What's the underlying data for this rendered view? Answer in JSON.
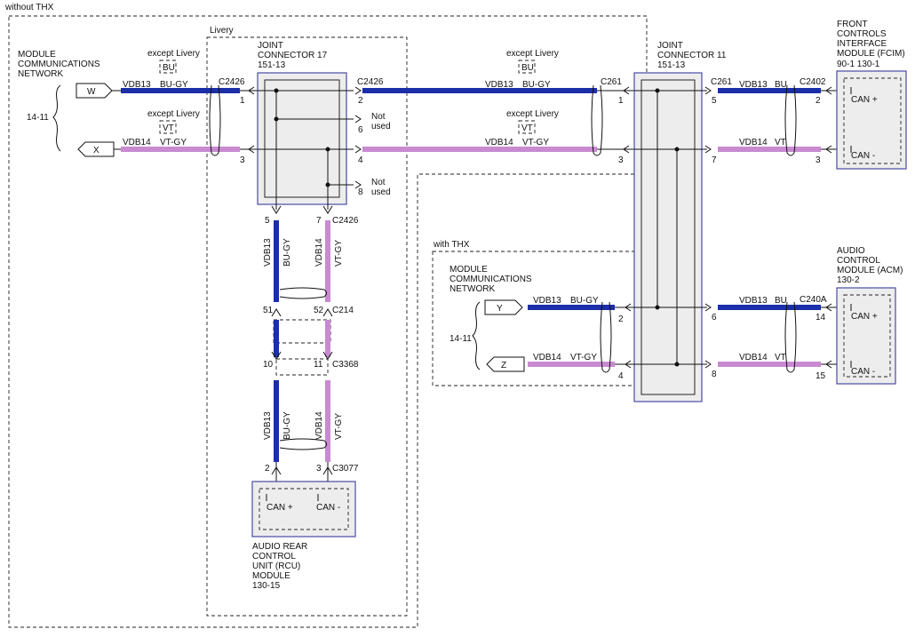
{
  "regions": {
    "without_thx": "without THX",
    "livery": "Livery",
    "with_thx": "with THX"
  },
  "joint17": {
    "title1": "JOINT",
    "title2": "CONNECTOR 17",
    "code": "151-13"
  },
  "joint11": {
    "title1": "JOINT",
    "title2": "CONNECTOR 11",
    "code": "151-13"
  },
  "mcn_top": {
    "l1": "MODULE",
    "l2": "COMMUNICATIONS",
    "l3": "NETWORK",
    "ref": "14-11",
    "w": "W",
    "x": "X"
  },
  "mcn_thx": {
    "l1": "MODULE",
    "l2": "COMMUNICATIONS",
    "l3": "NETWORK",
    "ref": "14-11",
    "y": "Y",
    "z": "Z"
  },
  "fcim": {
    "l1": "FRONT",
    "l2": "CONTROLS",
    "l3": "INTERFACE",
    "l4": "MODULE (FCIM)",
    "ref": "90-1   130-1",
    "can_plus": "CAN +",
    "can_minus": "CAN -"
  },
  "acm": {
    "l1": "AUDIO",
    "l2": "CONTROL",
    "l3": "MODULE (ACM)",
    "ref": "130-2",
    "can_plus": "CAN +",
    "can_minus": "CAN -"
  },
  "rcu": {
    "l1": "AUDIO REAR",
    "l2": "CONTROL",
    "l3": "UNIT (RCU)",
    "l4": "MODULE",
    "ref": "130-15",
    "can_plus": "CAN +",
    "can_minus": "CAN -"
  },
  "labels": {
    "except_livery": "except Livery",
    "bu": "BU",
    "vt": "VT",
    "not_used": "Not",
    "not_used2": "used",
    "vdb13": "VDB13",
    "vdb14": "VDB14",
    "bu_gy": "BU-GY",
    "vt_gy": "VT-GY",
    "bu_short": "BU",
    "vt_short": "VT"
  },
  "connectors": {
    "c2426": "C2426",
    "c261": "C261",
    "c2402": "C2402",
    "c240a": "C240A",
    "c214": "C214",
    "c3368": "C3368",
    "c3077": "C3077"
  },
  "pins": {
    "p1": "1",
    "p2": "2",
    "p3": "3",
    "p4": "4",
    "p5": "5",
    "p6": "6",
    "p7": "7",
    "p8": "8",
    "p10": "10",
    "p11": "11",
    "p14": "14",
    "p15": "15",
    "p51": "51",
    "p52": "52"
  },
  "colors": {
    "can_high": "#1c2ea8",
    "can_low": "#c98ad2",
    "module_fill": "#ededed",
    "module_stroke": "#4a4aa8"
  }
}
